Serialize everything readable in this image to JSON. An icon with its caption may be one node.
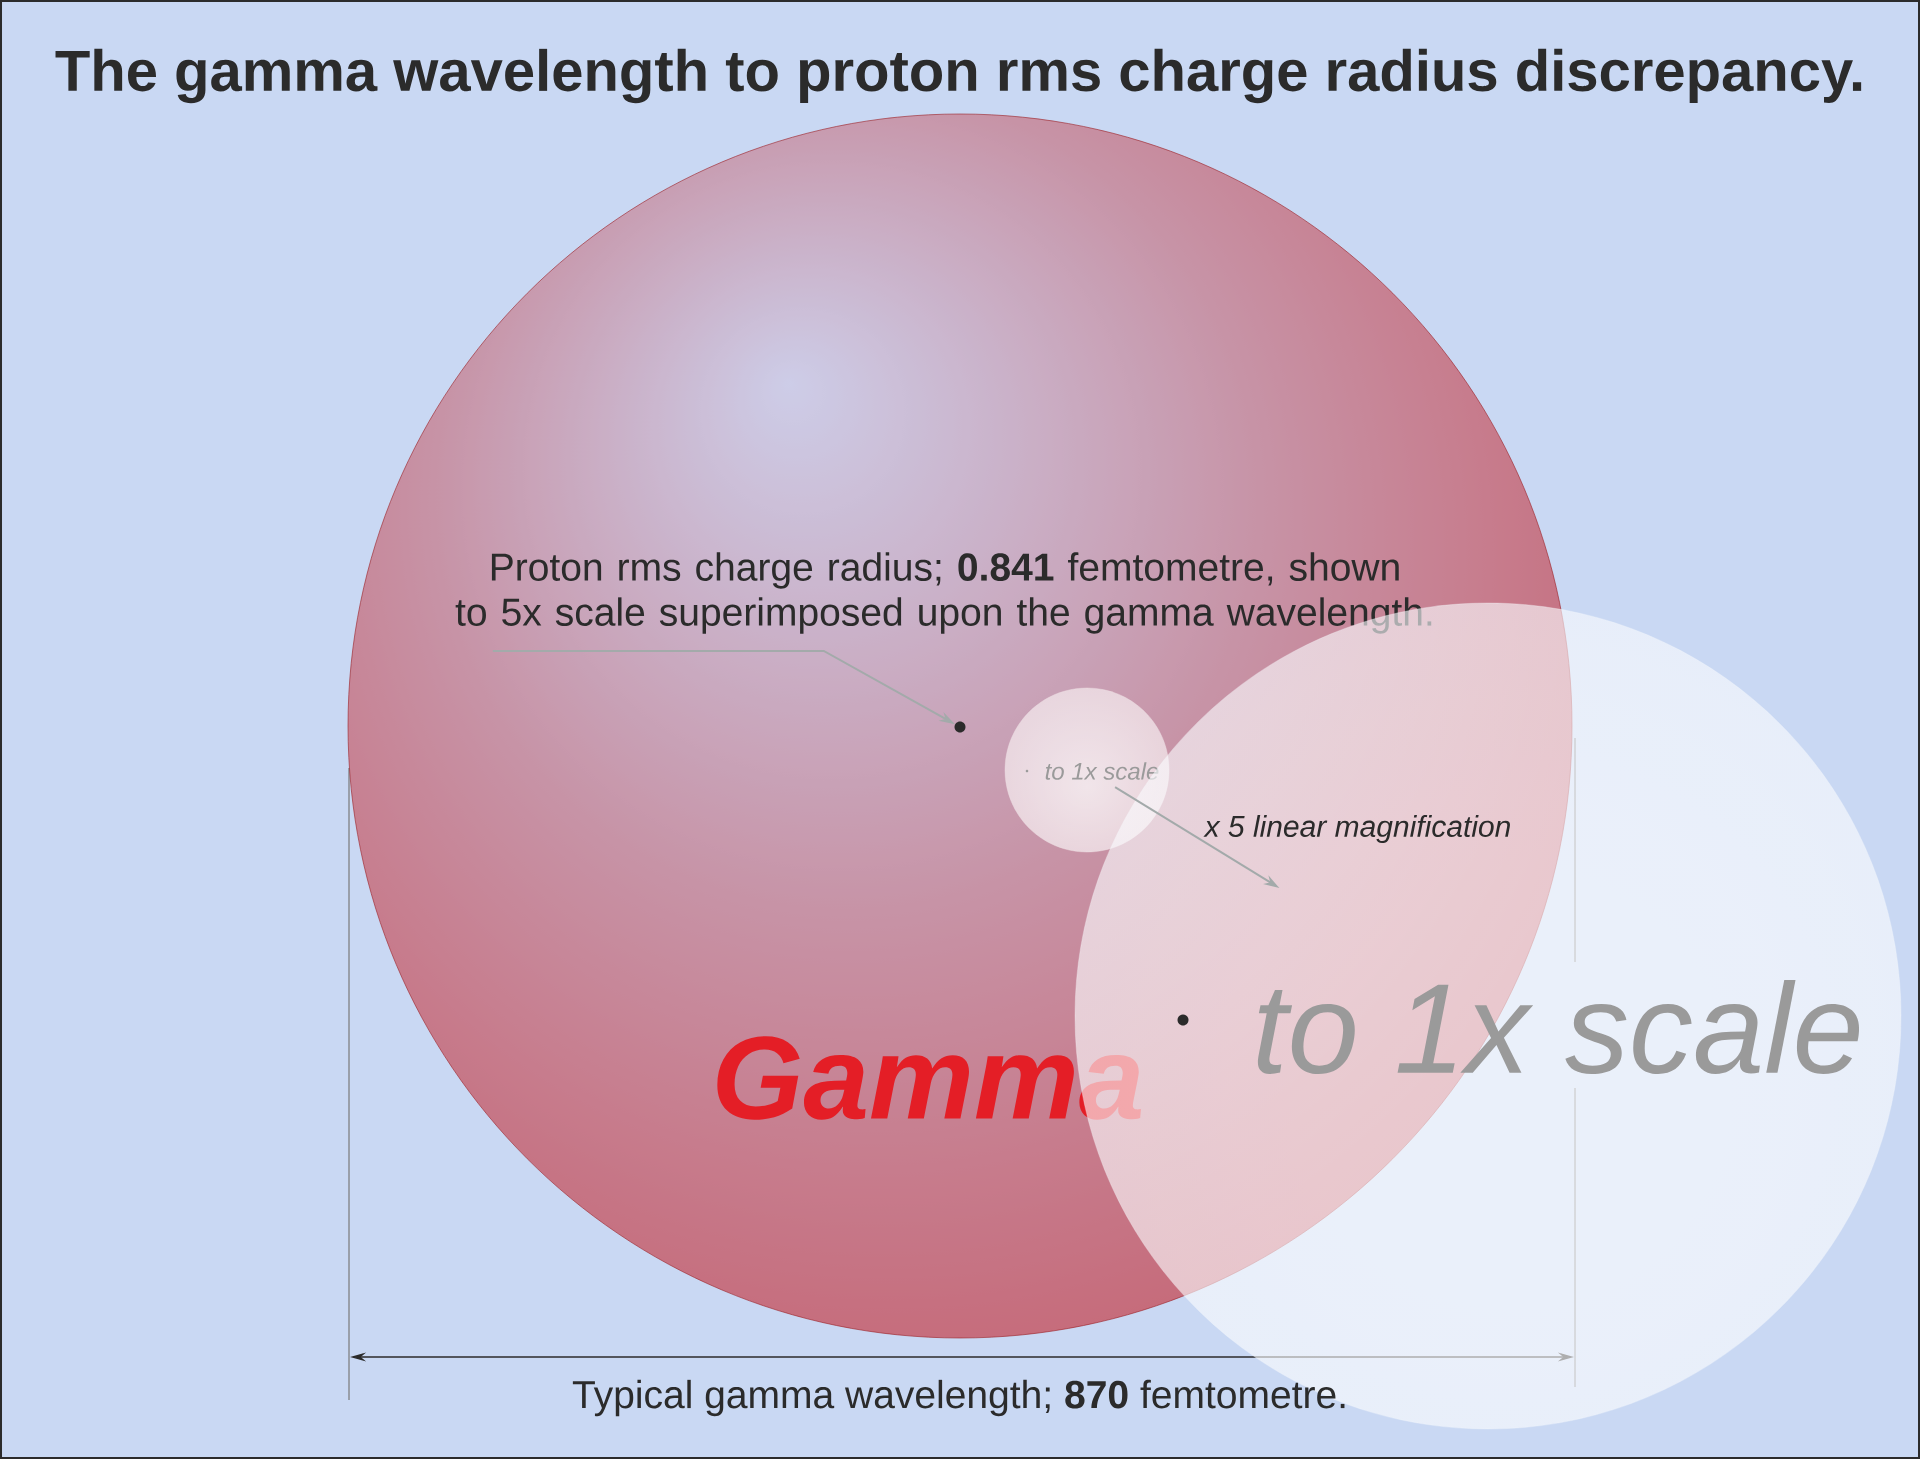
{
  "diagram": {
    "title": "The gamma wavelength to proton rms charge radius discrepancy.",
    "nodes": [
      {
        "text": [
          "Gamma"
        ]
      },
      {
        "text": [
          "Proton rms charge radius; **0.841** femtometre, shown to 5x scale superimposed upon the gamma wavelength."
        ],
        "in": 0
      },
      {
        "text": [],
        "shape": "circle",
        "in": 0
      },
      {
        "text": [
          "to 1x scale"
        ],
        "in": 0
      },
      {
        "text": [
          "to 1x scale"
        ]
      }
    ],
    "edges": [
      {
        "from": 1,
        "to": 2,
        "arrow": "to"
      },
      {
        "from": 3,
        "to": 4,
        "arrow": "to",
        "label": "x 5 linear magnification"
      }
    ],
    "labels": [
      "Typical gamma wavelength; **870** femtometre."
    ]
  }
}
